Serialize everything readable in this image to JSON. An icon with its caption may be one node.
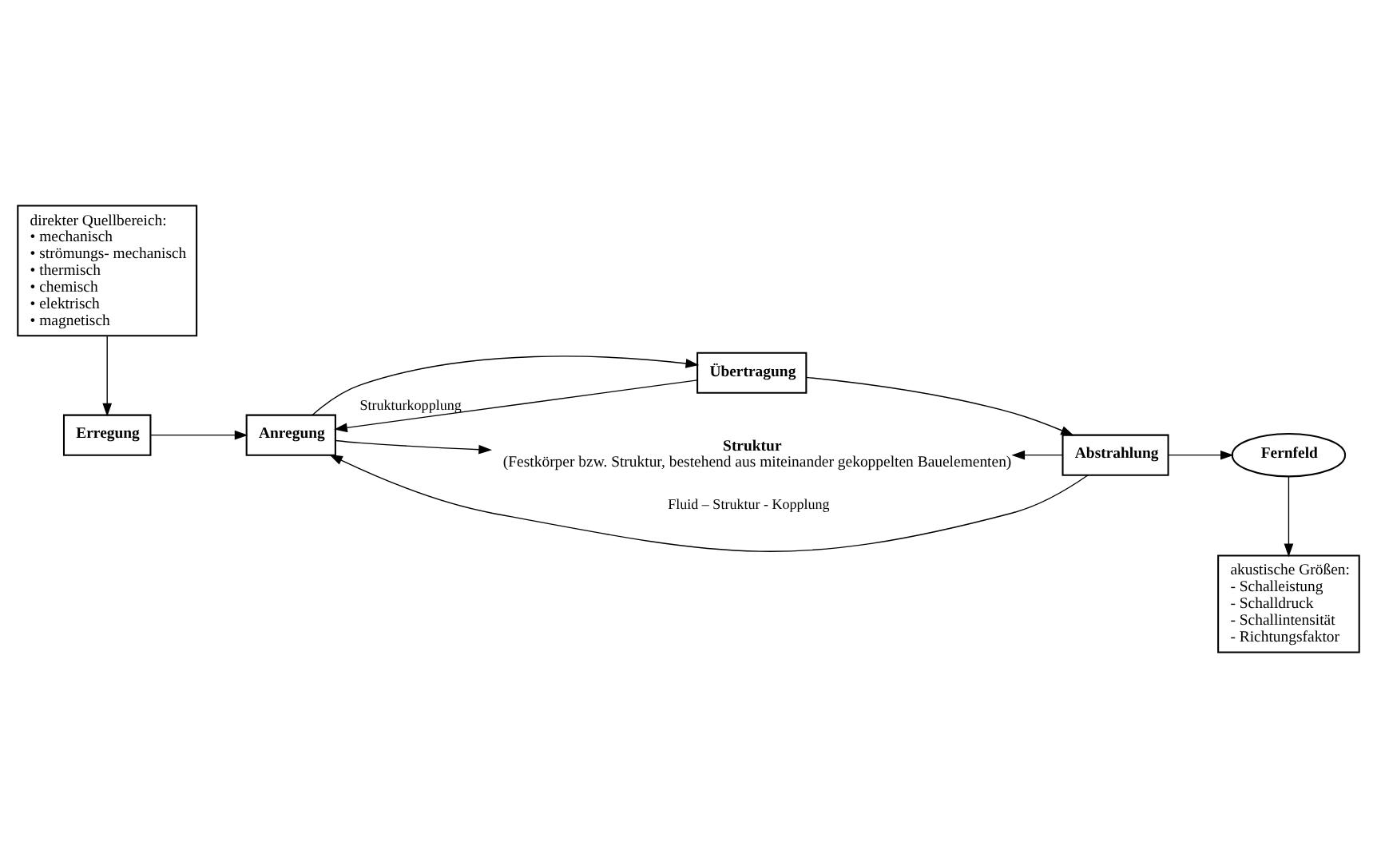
{
  "diagram": {
    "nodes": [
      {
        "text": [
          "Erregung"
        ]
      },
      {
        "text": [
          "Anregung"
        ]
      },
      {
        "text": [
          "Übertragung"
        ]
      },
      {
        "text": [
          "Abstrahlung"
        ]
      },
      {
        "text": [
          "Fernfeld"
        ]
      },
      {
        "text": [
          "direkter Quellbereich:",
          "• mechanisch",
          "• strömungs- mechanisch",
          "• thermisch",
          "• chemisch",
          "• elektrisch",
          "• magnetisch"
        ]
      },
      {
        "text": [
          "akustische Größen:",
          "- Schalleistung",
          "- Schalldruck",
          "- Schallintensität",
          "- Richtungsfaktor"
        ]
      },
      {
        "text": [
          "Struktur",
          "(Festkörper bzw. Struktur, bestehend aus miteinander gekoppelten Bauelementen)"
        ]
      }
    ],
    "edges": [
      {
        "from": 0,
        "to": 1,
        "arrow": "to"
      },
      {
        "from": 1,
        "to": 2,
        "arrow": "to"
      },
      {
        "from": 2,
        "to": 3,
        "arrow": "to"
      },
      {
        "from": 3,
        "to": 4,
        "arrow": "to"
      },
      {
        "from": 5,
        "to": 0,
        "arrow": "to"
      },
      {
        "from": 4,
        "to": 6,
        "arrow": "to"
      },
      {
        "from": 2,
        "to": 1,
        "arrow": "to",
        "label": "Strukturkopplung"
      },
      {
        "from": 3,
        "to": 1,
        "arrow": "to",
        "label": "Fluid – Struktur - Kopplung"
      },
      {
        "from": 1,
        "to": 7,
        "arrow": "to"
      },
      {
        "from": 3,
        "to": 7,
        "arrow": "to"
      }
    ]
  }
}
